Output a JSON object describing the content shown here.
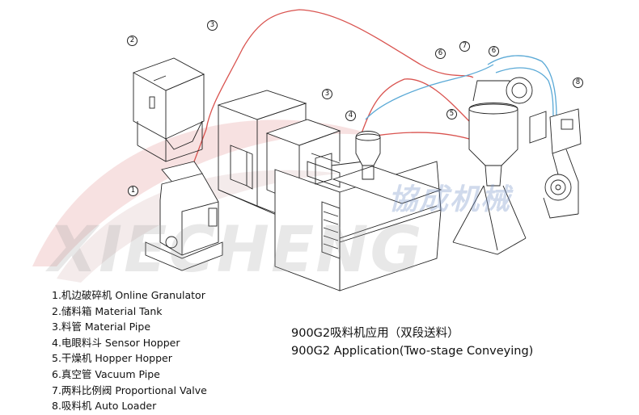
{
  "watermark": {
    "latin": "XIECHENG",
    "chinese": "協成机械"
  },
  "callouts": [
    "1",
    "2",
    "3",
    "3",
    "4",
    "5",
    "6",
    "6",
    "7",
    "8"
  ],
  "legend": [
    "1.机边破碎机 Online Granulator",
    "2.储料箱  Material Tank",
    "3.料管  Material Pipe",
    "4.电眼料斗 Sensor Hopper",
    "5.干燥机 Hopper Hopper",
    "6.真空管 Vacuum Pipe",
    "7.两料比例阀 Proportional Valve",
    "8.吸料机  Auto Loader"
  ],
  "caption": {
    "line1": "900G2吸料机应用（双段送料）",
    "line2": "900G2 Application(Two-stage Conveying)"
  },
  "colors": {
    "material_pipe": "#d9534f",
    "vacuum_pipe": "#5aa9d6",
    "line_art": "#222222",
    "watermark_red": "#e8a0a0"
  }
}
